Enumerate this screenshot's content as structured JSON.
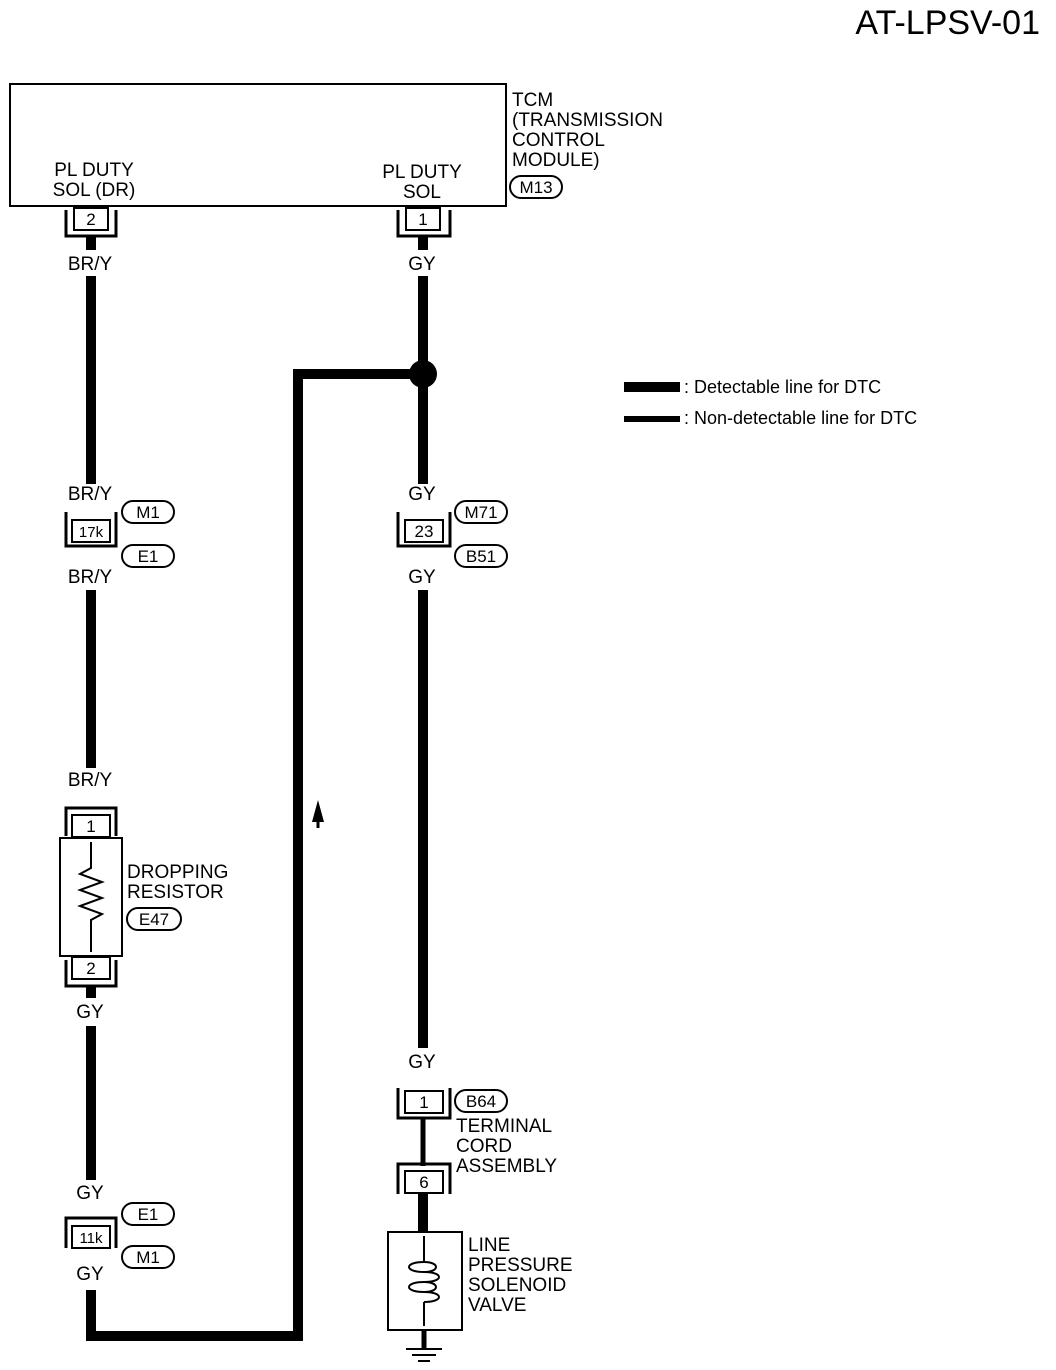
{
  "diagram_id": "AT-LPSV-01",
  "tcm": {
    "name": "TCM",
    "desc_lines": [
      "(TRANSMISSION",
      "CONTROL",
      "MODULE)"
    ],
    "connector": "M13",
    "term_dr_lines": [
      "PL DUTY",
      "SOL (DR)"
    ],
    "term_sol_lines": [
      "PL DUTY",
      "SOL"
    ],
    "pin_dr": "2",
    "pin_sol": "1"
  },
  "wire_colors": {
    "bry": "BR/Y",
    "gy": "GY"
  },
  "connectors": {
    "m1": "M1",
    "e1": "E1",
    "m71": "M71",
    "b51": "B51",
    "b64": "B64",
    "e47": "E47",
    "pin_17k": "17k",
    "pin_11k": "11k",
    "pin_23": "23",
    "pin_b64": "1",
    "pin_tc": "6",
    "res_pin_top": "1",
    "res_pin_bottom": "2"
  },
  "components": {
    "resistor_lines": [
      "DROPPING",
      "RESISTOR"
    ],
    "terminal_cord_lines": [
      "TERMINAL",
      "CORD",
      "ASSEMBLY"
    ],
    "solenoid_lines": [
      "LINE",
      "PRESSURE",
      "SOLENOID",
      "VALVE"
    ]
  },
  "legend": {
    "detectable": ": Detectable line for DTC",
    "non_detectable": ": Non-detectable line for DTC"
  }
}
